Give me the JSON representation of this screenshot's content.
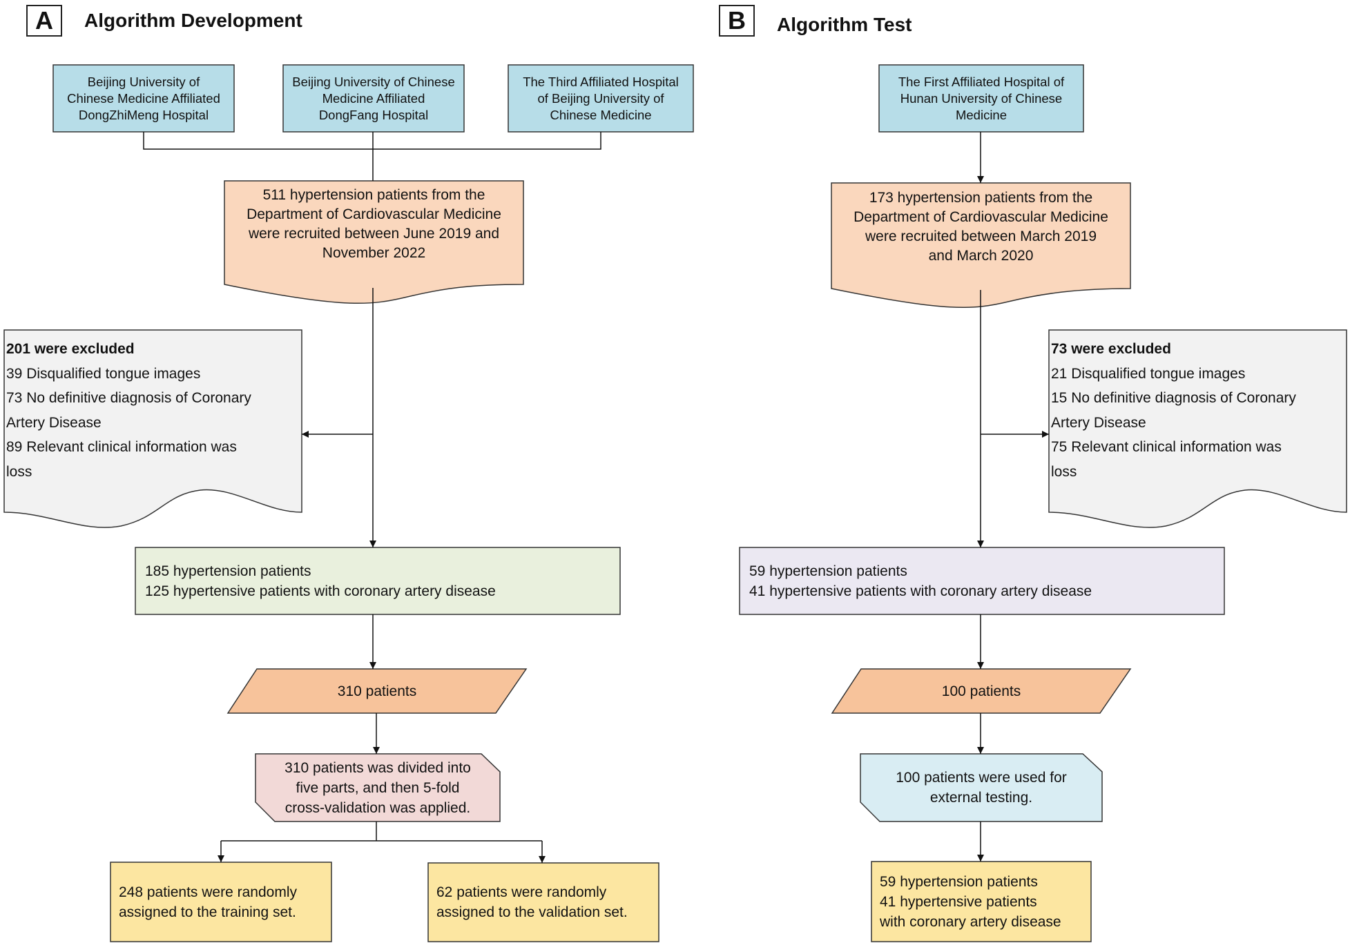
{
  "panel_a": {
    "letter": "A",
    "title": "Algorithm Development",
    "sources": [
      [
        "Beijing University of",
        "Chinese Medicine Affiliated",
        "DongZhiMeng Hospital"
      ],
      [
        "Beijing University of Chinese",
        "Medicine Affiliated",
        "DongFang Hospital"
      ],
      [
        "The Third Affiliated  Hospital",
        "of Beijing University of",
        "Chinese Medicine"
      ]
    ],
    "recruited": [
      "511 hypertension patients from the",
      "Department of Cardiovascular Medicine",
      "were recruited  between June 2019 and",
      "November 2022"
    ],
    "excluded": {
      "header": "201 were excluded",
      "lines": [
        " 39 Disqualified tongue images",
        " 73 No definitive diagnosis of Coronary",
        "Artery Disease",
        " 89 Relevant clinical information was",
        "loss"
      ]
    },
    "cohort": [
      "185 hypertension patients",
      "125 hypertensive patients with coronary artery disease"
    ],
    "total": "310 patients",
    "split": [
      "310 patients was divided into",
      "five parts, and then 5-fold",
      "cross-validation was applied."
    ],
    "training": [
      "248 patients were randomly",
      "assigned to the training set."
    ],
    "validation": [
      "62 patients were randomly",
      "assigned to the validation set."
    ]
  },
  "panel_b": {
    "letter": "B",
    "title": "Algorithm Test",
    "source": [
      "The First Affiliated  Hospital of",
      "Hunan University of  Chinese",
      "Medicine"
    ],
    "recruited": [
      "173 hypertension patients from the",
      "Department of Cardiovascular Medicine",
      "were recruited  between March 2019",
      "and March 2020"
    ],
    "excluded": {
      "header": "73 were excluded",
      "lines": [
        " 21 Disqualified tongue images",
        " 15 No definitive diagnosis of Coronary",
        "Artery Disease",
        " 75 Relevant clinical information was",
        "loss"
      ]
    },
    "cohort": [
      "59 hypertension patients",
      "41 hypertensive patients with coronary artery disease"
    ],
    "total": "100 patients",
    "usage": [
      "100 patients were used for",
      "external testing."
    ],
    "result": [
      "59 hypertension patients",
      "41 hypertensive patients",
      "with coronary artery disease"
    ]
  },
  "colors": {
    "source_box": "#b7dde8",
    "recruit_box": "#fad7bd",
    "exclude_box": "#f2f2f2",
    "cohort_a": "#e9f0dd",
    "cohort_b": "#ebe8f2",
    "total_box": "#f7c39b",
    "split_box": "#f2d9d7",
    "usage_box": "#d9edf3",
    "final_box": "#fce6a1"
  }
}
